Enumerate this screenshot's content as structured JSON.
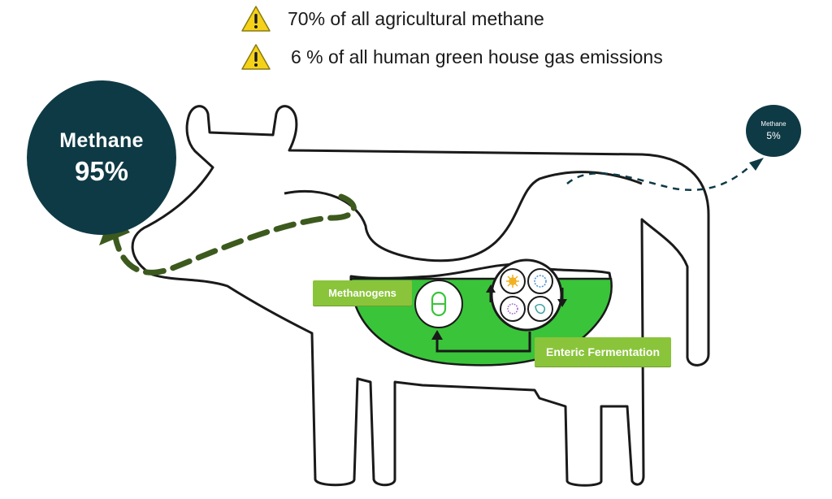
{
  "warnings": [
    {
      "text": "70% of all agricultural methane",
      "icon": "warning-triangle-icon"
    },
    {
      "text": "6 % of all human green house gas emissions",
      "icon": "warning-triangle-icon"
    }
  ],
  "methane_primary": {
    "label": "Methane",
    "value": "95%"
  },
  "methane_secondary": {
    "label": "Methane",
    "value": "5%"
  },
  "labels": {
    "methanogens": "Methanogens",
    "enteric_fermentation": "Enteric Fermentation"
  },
  "colors": {
    "bubble": "#0e3a45",
    "tag_green": "#8ac43a",
    "stomach_fill": "#3ac43a",
    "warning_yellow": "#f5d21a",
    "dash_arrow": "#3d5a1e"
  }
}
